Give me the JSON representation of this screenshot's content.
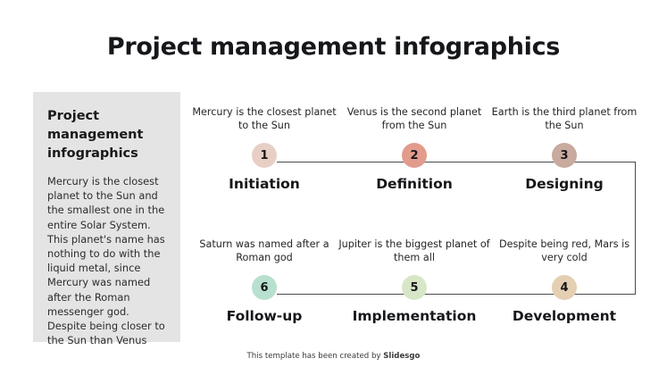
{
  "title": "Project management infographics",
  "sidebar": {
    "heading": "Project management infographics",
    "body": "Mercury is the closest planet to the Sun and the smallest one in the entire Solar System. This planet's name has nothing to do with the liquid metal, since Mercury was named after the Roman messenger god. Despite being closer to the Sun than Venus",
    "background": "#e4e4e4"
  },
  "timeline": {
    "line_color": "#4c4c4c",
    "top_row": [
      {
        "number": "1",
        "label": "Initiation",
        "description": "Mercury is the closest planet to the Sun",
        "color": "#e8cfc6"
      },
      {
        "number": "2",
        "label": "Definition",
        "description": "Venus is the second planet from the Sun",
        "color": "#e29b8c"
      },
      {
        "number": "3",
        "label": "Designing",
        "description": "Earth is the third planet from the Sun",
        "color": "#c8aa9e"
      }
    ],
    "bottom_row": [
      {
        "number": "6",
        "label": "Follow-up",
        "description": "Saturn was named after a Roman god",
        "color": "#b8e0ce"
      },
      {
        "number": "5",
        "label": "Implementation",
        "description": "Jupiter is the biggest planet of them all",
        "color": "#d8e6c8"
      },
      {
        "number": "4",
        "label": "Development",
        "description": "Despite being red, Mars is very cold",
        "color": "#e4cfb2"
      }
    ]
  },
  "footer": {
    "text": "This template has been created by ",
    "brand": "Slidesgo"
  }
}
